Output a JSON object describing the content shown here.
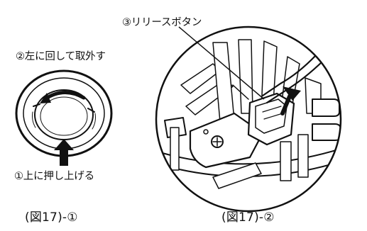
{
  "labels": {
    "turn": "②左に回して取外す",
    "push": "①上に押し上げる",
    "release": "③リリースボタン"
  },
  "captions": {
    "fig1": "(図17)-①",
    "fig2": "(図17)-②"
  }
}
